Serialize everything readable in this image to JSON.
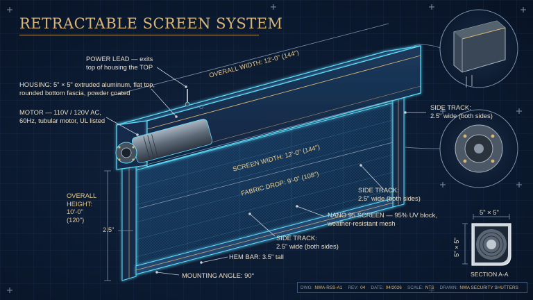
{
  "title": "RETRACTABLE SCREEN SYSTEM",
  "callouts": {
    "power_lead": {
      "line1": "POWER LEAD — exits",
      "line2": "top of housing the TOP"
    },
    "housing": {
      "line1": "HOUSING: 5\" × 5\" extruded aluminum, flat top,",
      "line2": "rounded bottom fascia, powder coated"
    },
    "motor": {
      "line1": "MOTOR — 110V / 120V AC,",
      "line2": "60Hz, tubular motor, UL listed"
    },
    "side_track_top": {
      "line1": "SIDE TRACK:",
      "line2": "2.5\" wide (both sides)"
    },
    "side_track_mid": {
      "line1": "SIDE TRACK:",
      "line2": "2.5\" wide (both sides)"
    },
    "side_track_bottom": {
      "line1": "SIDE TRACK:",
      "line2": "2.5\" wide (both sides)"
    },
    "nano_screen": {
      "line1": "NANO 95 SCREEN — 95% UV block,",
      "line2": "weather-resistant mesh"
    },
    "hem_bar": "HEM BAR: 3.5\" tall",
    "mounting_angle": "MOUNTING ANGLE: 90°"
  },
  "dimensions": {
    "overall_width": "OVERALL WIDTH: 12'-0\" (144\")",
    "screen_width": "SCREEN WIDTH: 12'-0\" (144\")",
    "fabric_drop": "FABRIC DROP: 9'-0\" (108\")",
    "overall_height": {
      "line1": "OVERALL",
      "line2": "HEIGHT:",
      "line3": "10'-0\"",
      "line4": "(120\")"
    },
    "side_offset": "2.5\""
  },
  "section": {
    "width_label": "5\" × 5\"",
    "height_label": "5\" × 5\"",
    "caption": "SECTION A-A"
  },
  "title_block": {
    "dwg_key": "DWG:",
    "dwg": "NWA-RSS-A1",
    "rev_key": "REV:",
    "rev": "04",
    "date_key": "DATE:",
    "date": "04/2026",
    "scale_key": "SCALE:",
    "scale": "NTS",
    "drawn_key": "DRAWN:",
    "drawn": "NWA SECURITY SHUTTERS"
  },
  "colors": {
    "background": "#0b1a30",
    "glow": "#3fd6ff",
    "accent_gold": "#d9b678",
    "label_text": "#e8ddc6"
  }
}
